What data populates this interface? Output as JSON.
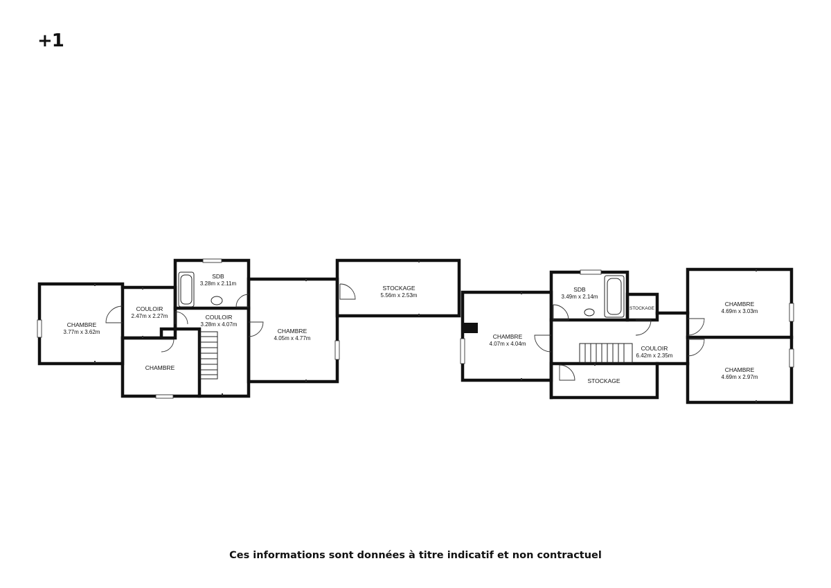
{
  "level_label": "+1",
  "disclaimer": "Ces informations sont données à titre indicatif et non contractuel",
  "rooms": [
    {
      "id": "chambre-1",
      "name": "CHAMBRE",
      "dims": "3.77m x 3.62m"
    },
    {
      "id": "couloir-1",
      "name": "COULOIR",
      "dims": "2.47m x 2.27m"
    },
    {
      "id": "chambre-2",
      "name": "CHAMBRE",
      "dims": ""
    },
    {
      "id": "sdb-1",
      "name": "SDB",
      "dims": "3.28m x 2.11m"
    },
    {
      "id": "couloir-2",
      "name": "COULOIR",
      "dims": "3.28m x 4.07m"
    },
    {
      "id": "chambre-3",
      "name": "CHAMBRE",
      "dims": "4.05m x 4.77m"
    },
    {
      "id": "stockage-1",
      "name": "STOCKAGE",
      "dims": "5.56m x 2.53m"
    },
    {
      "id": "chambre-4",
      "name": "CHAMBRE",
      "dims": "4.07m x 4.04m"
    },
    {
      "id": "sdb-2",
      "name": "SDB",
      "dims": "3.49m x 2.14m"
    },
    {
      "id": "stockage-2",
      "name": "STOCKAGE",
      "dims": ""
    },
    {
      "id": "couloir-3",
      "name": "COULOIR",
      "dims": "6.42m x 2.35m"
    },
    {
      "id": "stockage-3",
      "name": "STOCKAGE",
      "dims": ""
    },
    {
      "id": "chambre-5",
      "name": "CHAMBRE",
      "dims": "4.69m x 3.03m"
    },
    {
      "id": "chambre-6",
      "name": "CHAMBRE",
      "dims": "4.69m x 2.97m"
    }
  ]
}
